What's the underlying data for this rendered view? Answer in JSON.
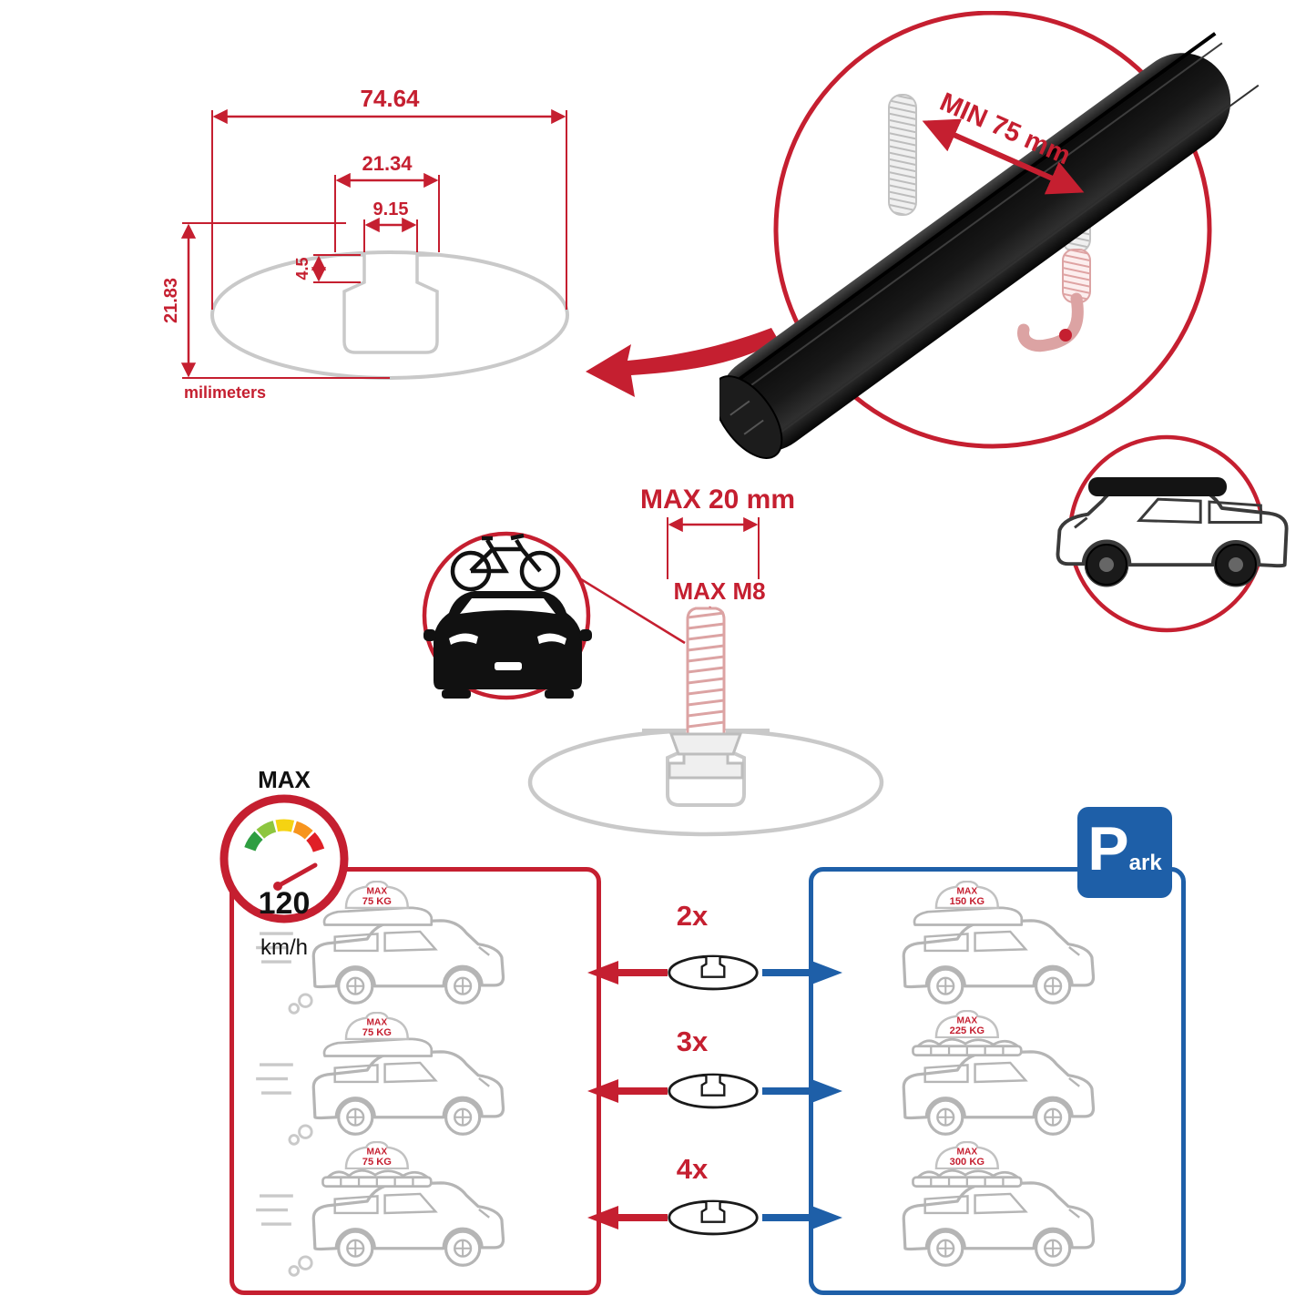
{
  "colors": {
    "red": "#c51f30",
    "blue": "#1e5fa8",
    "gray": "#c9c9c9",
    "black": "#111111"
  },
  "dimensions": {
    "total_width": "74.64",
    "channel_outer": "21.34",
    "channel_inner": "9.15",
    "lip_depth": "4.5",
    "profile_height": "21.83",
    "units": "milimeters"
  },
  "bar": {
    "min_clearance": "MIN 75 mm"
  },
  "bolt": {
    "max_length": "MAX 20 mm",
    "max_thread": "MAX M8"
  },
  "speed": {
    "label": "MAX",
    "value": "120",
    "unit": "km/h"
  },
  "rows": [
    {
      "qty": "2x",
      "drive": {
        "l1": "MAX",
        "l2": "75 KG"
      },
      "park": {
        "l1": "MAX",
        "l2": "150 KG"
      }
    },
    {
      "qty": "3x",
      "drive": {
        "l1": "MAX",
        "l2": "75 KG"
      },
      "park": {
        "l1": "MAX",
        "l2": "225 KG"
      }
    },
    {
      "qty": "4x",
      "drive": {
        "l1": "MAX",
        "l2": "75 KG"
      },
      "park": {
        "l1": "MAX",
        "l2": "300 KG"
      }
    }
  ],
  "park_sign": {
    "letter": "P",
    "suffix": "ark"
  }
}
